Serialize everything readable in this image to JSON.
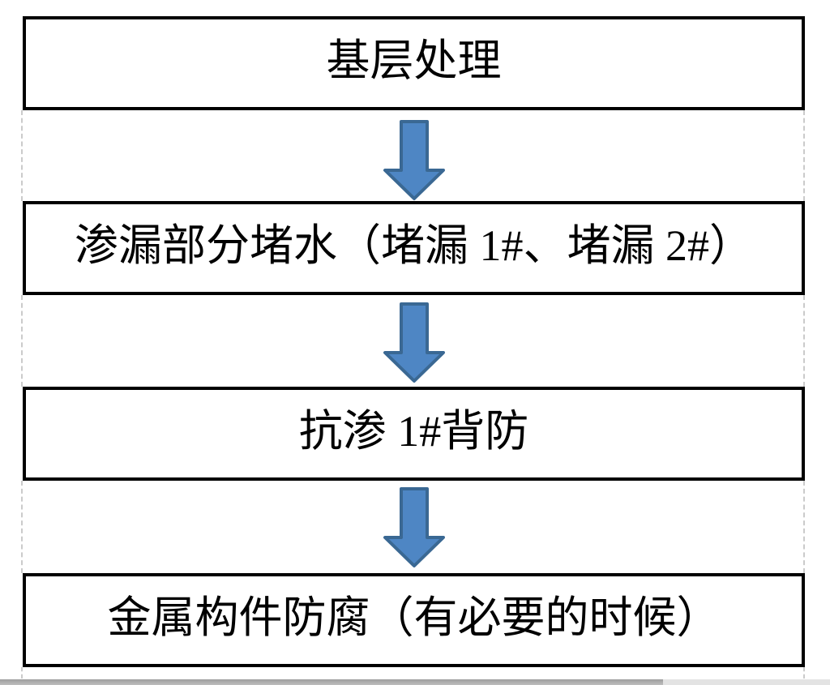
{
  "document": {
    "background_color": "#ffffff",
    "flowchart": {
      "steps": [
        {
          "label": "基层处理"
        },
        {
          "label": "渗漏部分堵水（堵漏 1#、堵漏 2#）"
        },
        {
          "label": "抗渗 1#背防"
        },
        {
          "label": "金属构件防腐（有必要的时候）"
        }
      ],
      "arrow_fill": "#4E86C4",
      "arrow_stroke": "#3A6893",
      "box_border_color": "#000000",
      "text_color": "#000000",
      "gridline_color": "#CBCBCB"
    },
    "scrollbar": {
      "thumb_color": "#ADADAD",
      "track_color": "#E3E3E3"
    }
  }
}
